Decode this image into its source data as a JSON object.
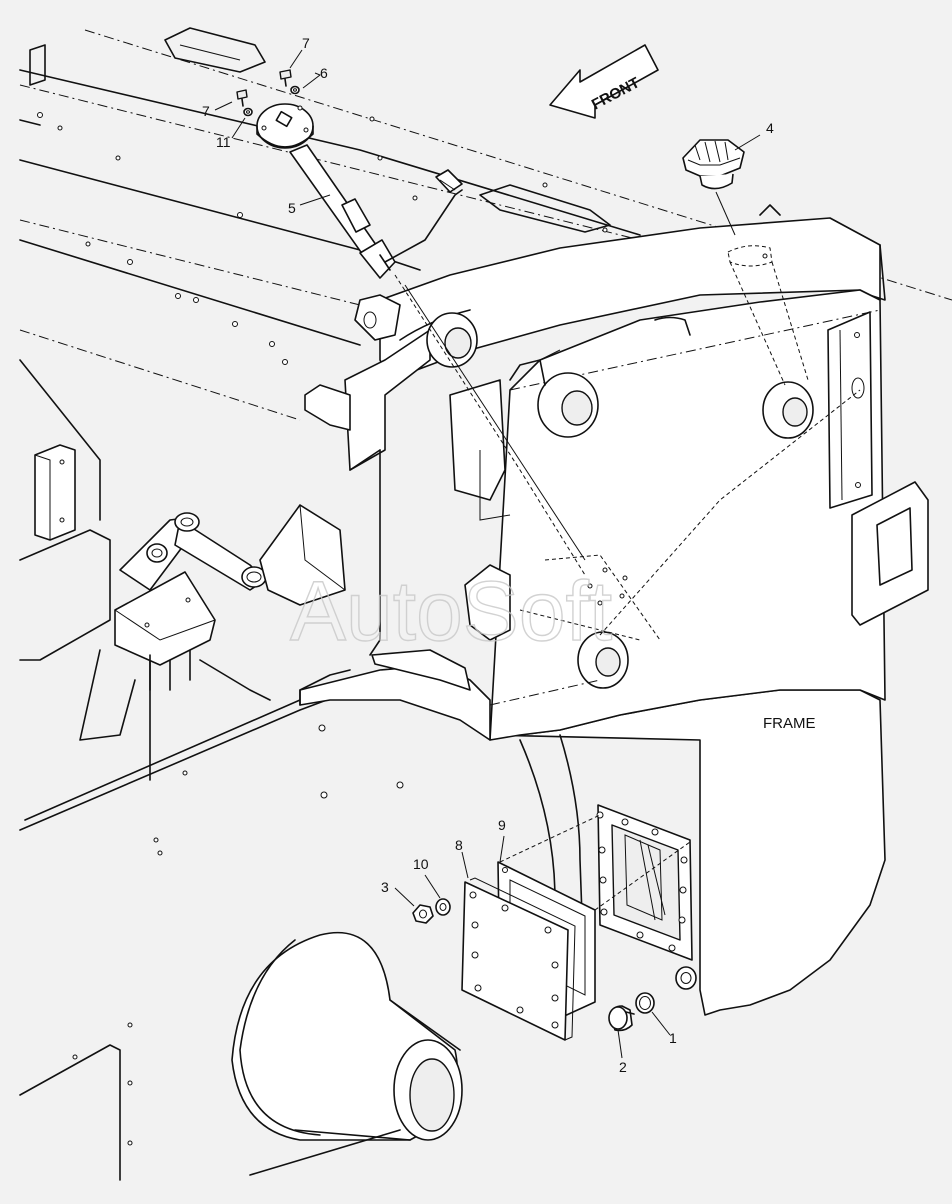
{
  "diagram": {
    "front_label": "FRONT",
    "frame_label": "FRAME",
    "watermark": "AutoSoft",
    "callouts": [
      "1",
      "2",
      "3",
      "4",
      "5",
      "6",
      "7",
      "7",
      "8",
      "9",
      "10",
      "11"
    ]
  },
  "colors": {
    "line": "#111111",
    "background": "#f2f2f2",
    "watermark": "#c8c8c8"
  }
}
